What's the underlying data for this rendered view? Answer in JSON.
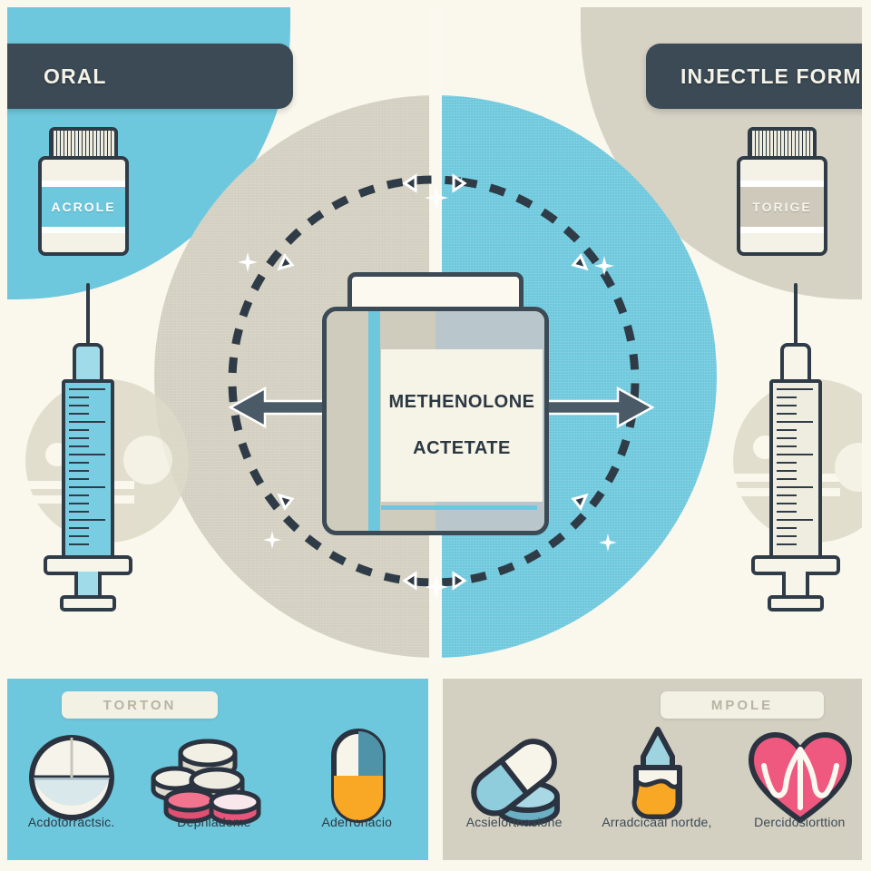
{
  "theme": {
    "cream": "#faf7ec",
    "cyan": "#6ec8dd",
    "warm_grey": "#d3cfc1",
    "dark_slate": "#3b4a55",
    "pink": "#ef5f83",
    "orange": "#f9a825"
  },
  "headers": {
    "left": "ORAL",
    "right": "INJECTLE FORM"
  },
  "bottles": {
    "left_label": "ACROLE",
    "right_label": "TORIGE"
  },
  "center": {
    "product_line1": "METHENOLONE",
    "product_line2": "ACTETATE"
  },
  "bottom": {
    "left": {
      "chip": "TORTON",
      "icons": [
        {
          "name": "round-tablet-icon",
          "caption": "Acdotorractsic."
        },
        {
          "name": "stacked-tablets-icon",
          "caption": "Dephladome"
        },
        {
          "name": "capsule-icon",
          "caption": "Aderronacio"
        }
      ]
    },
    "right": {
      "chip": "MPOLE",
      "icons": [
        {
          "name": "capsule-tablet-icon",
          "caption": "Acsielortnasione"
        },
        {
          "name": "ampoule-icon",
          "caption": "Arradcicaal nortde,"
        },
        {
          "name": "heart-icon",
          "caption": "Dercidosiorttion"
        }
      ]
    }
  },
  "decor": {
    "ring_style": "dashed-circle",
    "arrow_left": "left-arrow",
    "arrow_right": "right-arrow",
    "sparkles": 6
  }
}
